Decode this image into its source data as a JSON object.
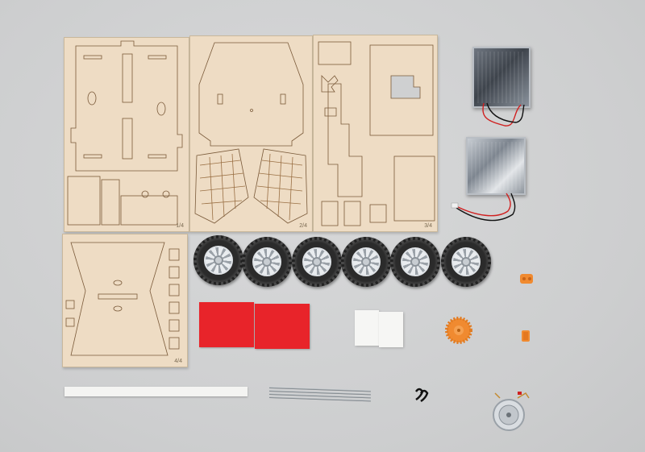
{
  "sheets": [
    {
      "label": "1/4"
    },
    {
      "label": "2/4"
    },
    {
      "label": "3/4"
    },
    {
      "label": "4/4"
    }
  ],
  "colors": {
    "background": "#cfd0d1",
    "plywood": "#eedcc4",
    "engraving": "#7a5a3a",
    "red_sticker": "#e8242a",
    "gear_orange": "#f08a30",
    "wire_red": "#d02020",
    "wire_black": "#111111"
  },
  "parts": {
    "solar_panels": 2,
    "wheels": 6,
    "red_stickers": 2,
    "white_foam_pads": 2,
    "axle_rods": 4
  }
}
